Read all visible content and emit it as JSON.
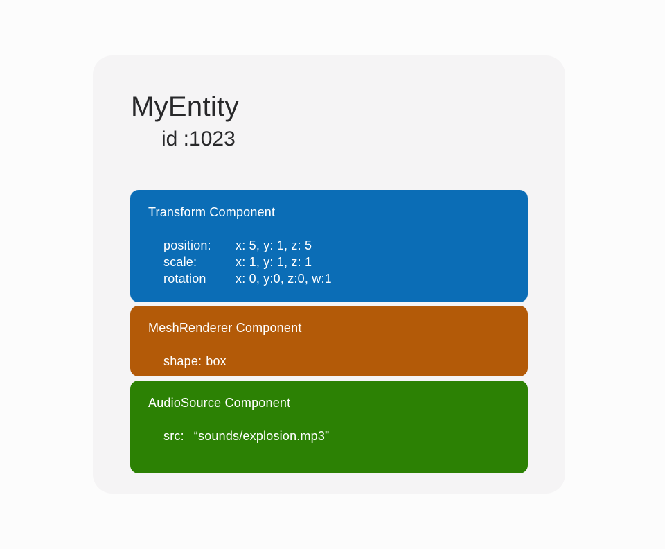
{
  "page": {
    "background_color": "#fcfcfc"
  },
  "entity": {
    "title": "MyEntity",
    "id_line": "id :1023",
    "card_color": "#f5f4f5",
    "text_color": "#28282a"
  },
  "components": [
    {
      "name": "Transform Component",
      "color": "#0b6db6",
      "rows": [
        {
          "label": "position:",
          "value": "x: 5, y: 1, z: 5"
        },
        {
          "label": "scale:",
          "value": "x: 1, y: 1, z: 1"
        },
        {
          "label": "rotation",
          "value": "x: 0, y:0, z:0, w:1"
        }
      ]
    },
    {
      "name": "MeshRenderer Component",
      "color": "#b35a08",
      "rows": [
        {
          "label": "shape:",
          "value": "box"
        }
      ]
    },
    {
      "name": "AudioSource Component",
      "color": "#2c8104",
      "rows": [
        {
          "label": "src:",
          "value": "“sounds/explosion.mp3”"
        }
      ]
    }
  ]
}
